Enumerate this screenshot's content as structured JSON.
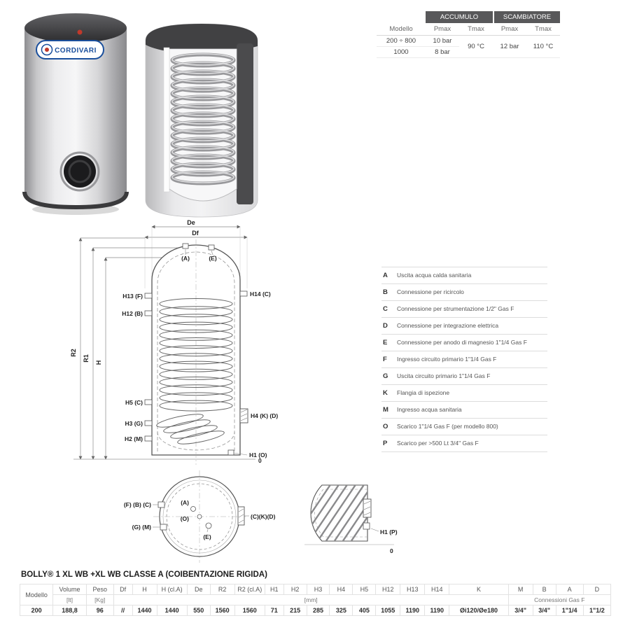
{
  "brand": {
    "name": "CORDIVARI"
  },
  "spec_table": {
    "groups": [
      "ACCUMULO",
      "SCAMBIATORE"
    ],
    "headers": [
      "Modello",
      "Pmax",
      "Tmax",
      "Pmax",
      "Tmax"
    ],
    "rows": [
      {
        "modello": "200 ÷ 800",
        "pmax_acc": "10 bar",
        "tmax_acc": "90 °C",
        "pmax_sc": "12 bar",
        "tmax_sc": "110 °C"
      },
      {
        "modello": "1000",
        "pmax_acc": "8 bar"
      }
    ]
  },
  "legend": {
    "items": [
      {
        "key": "A",
        "desc": "Uscita acqua calda sanitaria"
      },
      {
        "key": "B",
        "desc": "Connessione per ricircolo"
      },
      {
        "key": "C",
        "desc": "Connessione per strumentazione 1/2\" Gas F"
      },
      {
        "key": "D",
        "desc": "Connessione per integrazione elettrica"
      },
      {
        "key": "E",
        "desc": "Connessione per anodo di magnesio 1\"1/4 Gas F"
      },
      {
        "key": "F",
        "desc": "Ingresso circuito primario 1\"1/4 Gas F"
      },
      {
        "key": "G",
        "desc": "Uscita circuito primario 1\"1/4 Gas F"
      },
      {
        "key": "K",
        "desc": "Flangia di ispezione"
      },
      {
        "key": "M",
        "desc": "Ingresso acqua sanitaria"
      },
      {
        "key": "O",
        "desc": "Scarico 1\"1/4 Gas F (per modello 800)"
      },
      {
        "key": "P",
        "desc": "Scarico per >500 Lt  3/4\" Gas F"
      }
    ]
  },
  "front": {
    "de": "De",
    "df": "Df",
    "a": "(A)",
    "e": "(E)",
    "h13": "H13 (F)",
    "h12": "H12 (B)",
    "h14": "H14 (C)",
    "h5": "H5 (C)",
    "h3": "H3 (G)",
    "h2": "H2 (M)",
    "h4": "H4 (K) (D)",
    "h1": "H1 (O)",
    "zero": "0",
    "r2": "R2",
    "r1": "R1",
    "h": "H"
  },
  "top_view": {
    "left1": "(F) (B) (C)",
    "left2": "(G) (M)",
    "a": "(A)",
    "o": "(O)",
    "e": "(E)",
    "right": "(C)(K)(D)"
  },
  "side_view": {
    "h1p": "H1 (P)",
    "zero": "0"
  },
  "dim_section": {
    "title": "BOLLY® 1 XL WB +XL WB CLASSE A (COIBENTAZIONE RIGIDA)",
    "modello_label": "Modello",
    "volume_label": "Volume",
    "volume_unit": "[lt]",
    "peso_label": "Peso",
    "peso_unit": "[Kg]",
    "mm_unit": "[mm]",
    "gas_label": "Connessioni Gas F",
    "mm_headers": [
      "Df",
      "H",
      "H (cl.A)",
      "De",
      "R2",
      "R2 (cl.A)",
      "H1",
      "H2",
      "H3",
      "H4",
      "H5",
      "H12",
      "H13",
      "H14",
      "K"
    ],
    "gas_headers": [
      "M",
      "B",
      "A",
      "D"
    ],
    "row": {
      "modello": "200",
      "volume": "188,8",
      "peso": "96",
      "mm": [
        "//",
        "1440",
        "1440",
        "550",
        "1560",
        "1560",
        "71",
        "215",
        "285",
        "325",
        "405",
        "1055",
        "1190",
        "1190",
        "Øi120/Øe180"
      ],
      "gas": [
        "3/4\"",
        "3/4\"",
        "1\"1/4",
        "1\"1/2"
      ]
    }
  }
}
